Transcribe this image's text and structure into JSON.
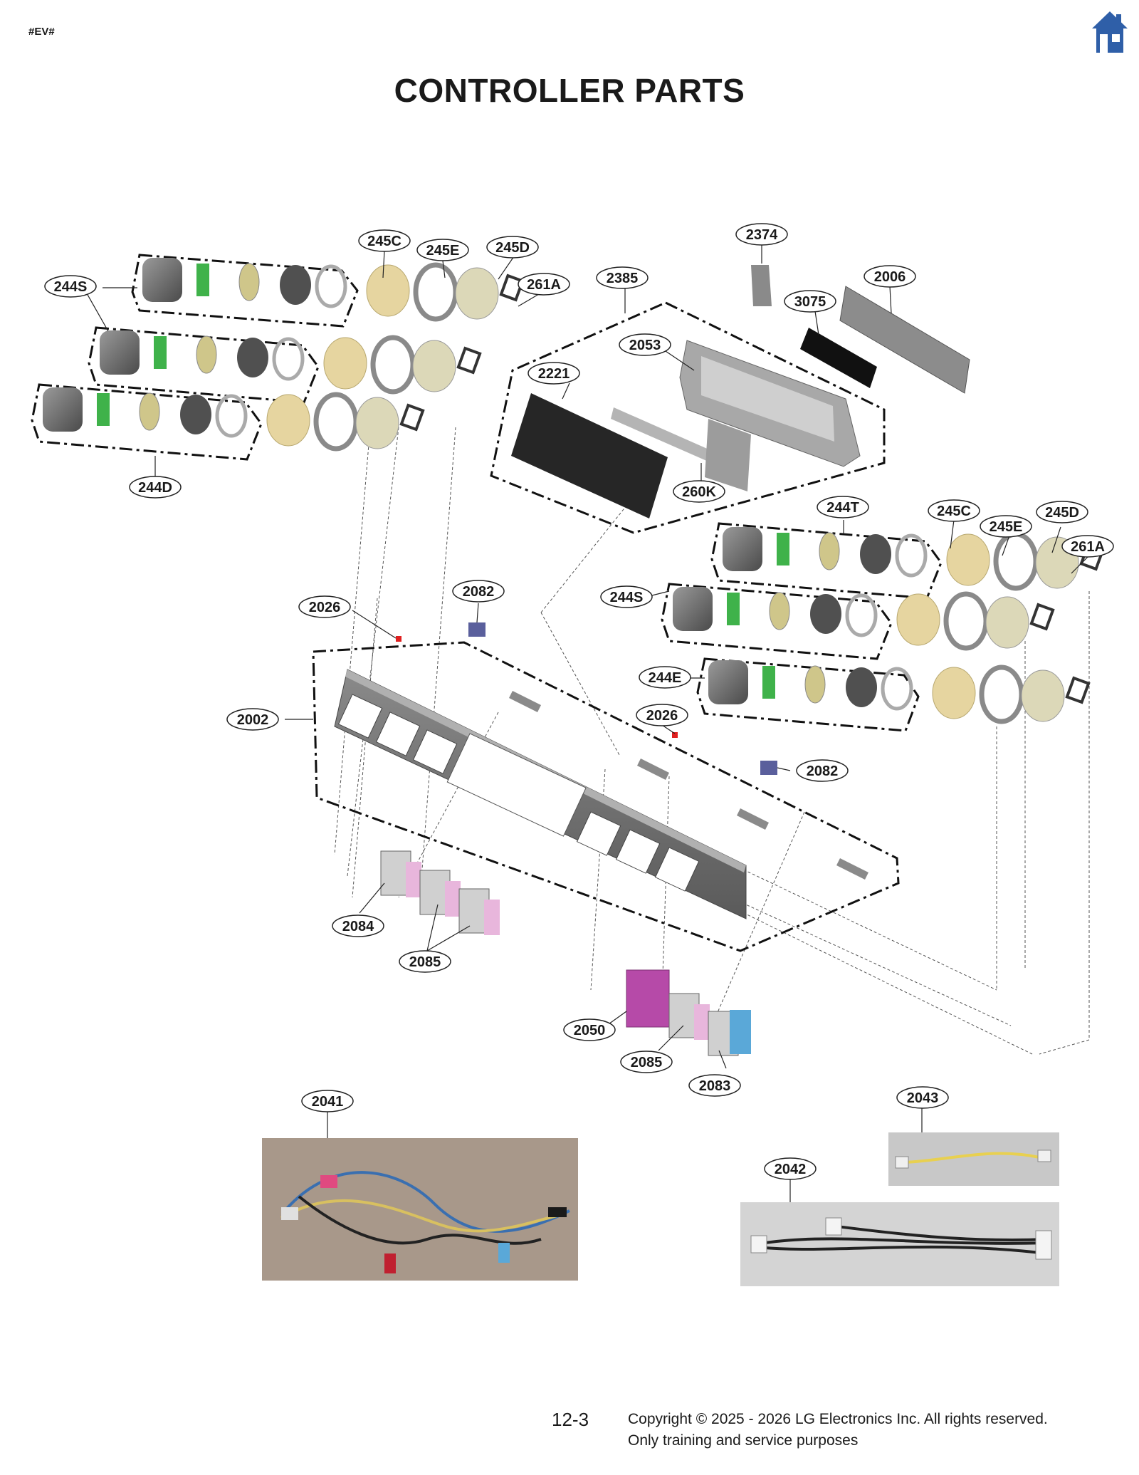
{
  "header": {
    "tag": "#EV#",
    "title": "CONTROLLER PARTS"
  },
  "icons": {
    "home": "home-icon"
  },
  "colors": {
    "home_icon": "#2f5fa8",
    "frame_gray": "#6e6e6e",
    "display_black": "#222222",
    "knob_gold": "#e6d5a0",
    "switch_pink": "#e8b6dc",
    "switch_magenta": "#b64aa8",
    "switch_blue": "#5aa8d8",
    "clip_green": "#3fb24a",
    "bracket_blue": "#5a5f9c"
  },
  "callouts": {
    "c245C_top": "245C",
    "c245E_top": "245E",
    "c245D_top": "245D",
    "c261A_top": "261A",
    "c244S_left": "244S",
    "c244D_left": "244D",
    "c2374": "2374",
    "c2385": "2385",
    "c3075": "3075",
    "c2006": "2006",
    "c2053": "2053",
    "c2221": "2221",
    "c260K": "260K",
    "c244T": "244T",
    "c245C_right": "245C",
    "c245E_right": "245E",
    "c245D_right": "245D",
    "c261A_right": "261A",
    "c244S_right": "244S",
    "c244E": "244E",
    "c2026_a": "2026",
    "c2082_a": "2082",
    "c2002": "2002",
    "c2026_b": "2026",
    "c2082_b": "2082",
    "c2084": "2084",
    "c2085_a": "2085",
    "c2050": "2050",
    "c2085_b": "2085",
    "c2083": "2083",
    "c2041": "2041",
    "c2043": "2043",
    "c2042": "2042"
  },
  "footer": {
    "page_number": "12-3",
    "copyright": "Copyright © 2025 - 2026 LG Electronics Inc. All rights reserved.",
    "notice": "Only training and service purposes"
  }
}
